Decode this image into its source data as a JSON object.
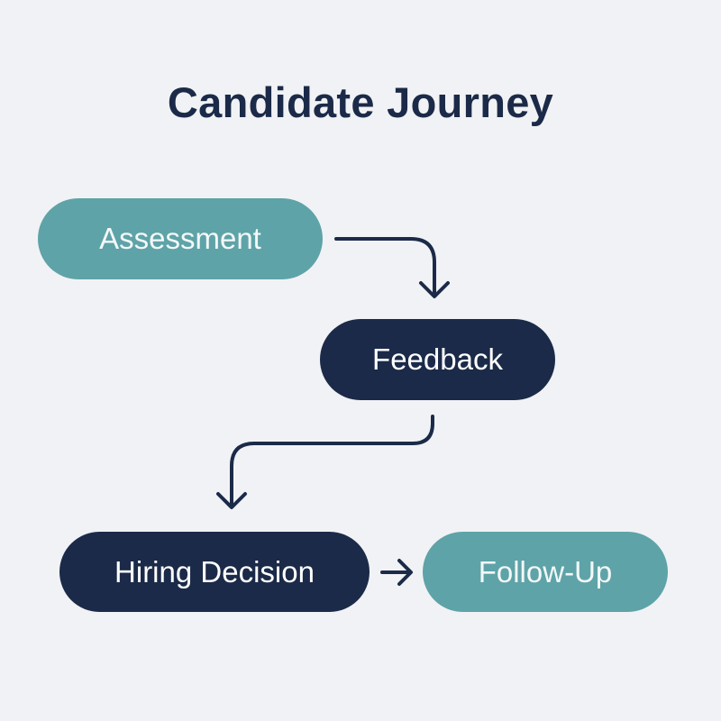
{
  "title": "Candidate Journey",
  "colors": {
    "background": "#f1f2f5",
    "teal": "#5ea3a8",
    "navy": "#1b2a48",
    "arrow": "#1b2a48"
  },
  "nodes": [
    {
      "id": "assessment",
      "label": "Assessment",
      "color": "teal"
    },
    {
      "id": "feedback",
      "label": "Feedback",
      "color": "navy"
    },
    {
      "id": "hiring-decision",
      "label": "Hiring Decision",
      "color": "navy"
    },
    {
      "id": "follow-up",
      "label": "Follow-Up",
      "color": "teal"
    }
  ],
  "edges": [
    {
      "from": "assessment",
      "to": "feedback"
    },
    {
      "from": "feedback",
      "to": "hiring-decision"
    },
    {
      "from": "hiring-decision",
      "to": "follow-up"
    }
  ]
}
